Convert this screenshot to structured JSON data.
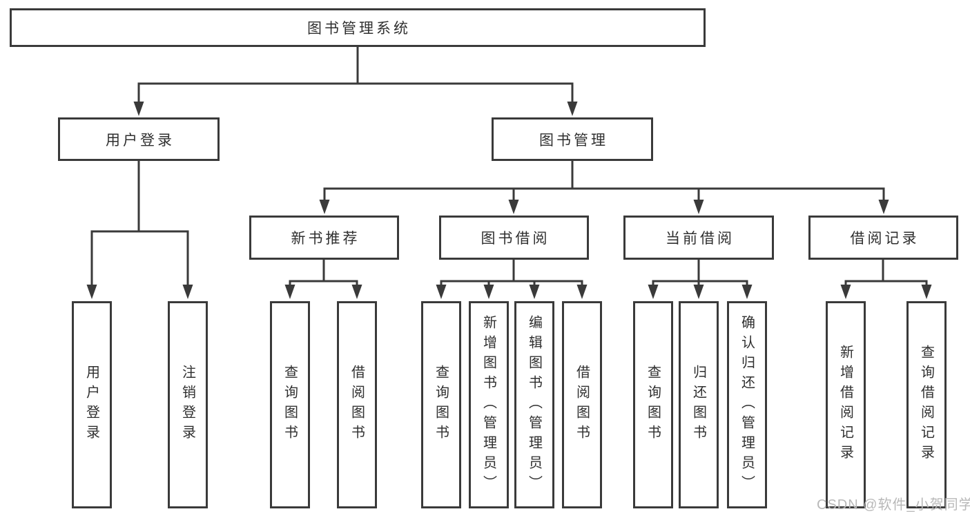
{
  "tree": {
    "label": "图书管理系统",
    "children": [
      {
        "label": "用户登录",
        "children": [
          {
            "label": "用户登录"
          },
          {
            "label": "注销登录"
          }
        ]
      },
      {
        "label": "图书管理",
        "children": [
          {
            "label": "新书推荐",
            "children": [
              {
                "label": "查询图书"
              },
              {
                "label": "借阅图书"
              }
            ]
          },
          {
            "label": "图书借阅",
            "children": [
              {
                "label": "查询图书"
              },
              {
                "label": "新增图书（管理员）"
              },
              {
                "label": "编辑图书（管理员）"
              },
              {
                "label": "借阅图书"
              }
            ]
          },
          {
            "label": "当前借阅",
            "children": [
              {
                "label": "查询图书"
              },
              {
                "label": "归还图书"
              },
              {
                "label": "确认归还（管理员）"
              }
            ]
          },
          {
            "label": "借阅记录",
            "children": [
              {
                "label": "新增借阅记录"
              },
              {
                "label": "查询借阅记录"
              }
            ]
          }
        ]
      }
    ]
  },
  "watermark": {
    "text": "CSDN @软件_小贺同学"
  },
  "colors": {
    "line": "#3a3a3a",
    "text": "#2f2f2f",
    "watermark": "#b8b8b8",
    "background": "#ffffff"
  }
}
